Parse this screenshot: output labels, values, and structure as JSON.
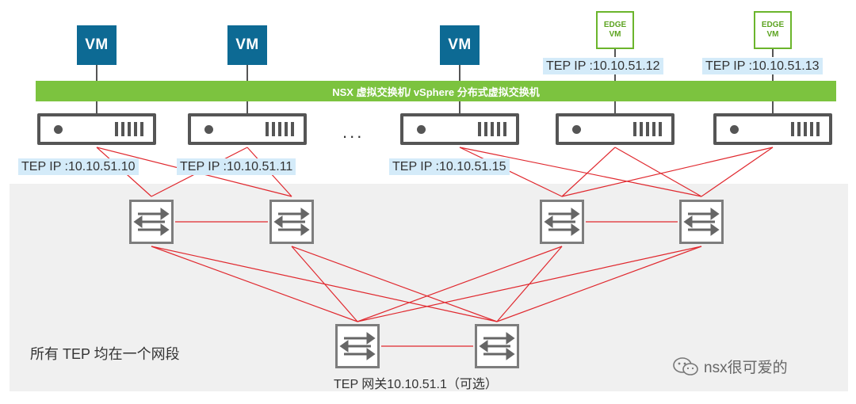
{
  "vms": [
    {
      "label": "VM"
    },
    {
      "label": "VM"
    },
    {
      "label": "VM"
    }
  ],
  "edges": [
    {
      "line1": "EDGE",
      "line2": "VM",
      "tep": "TEP IP :10.10.51.12"
    },
    {
      "line1": "EDGE",
      "line2": "VM",
      "tep": "TEP IP :10.10.51.13"
    }
  ],
  "switch_bar": {
    "label": "NSX 虚拟交换机/ vSphere 分布式虚拟交换机"
  },
  "ellipsis": "...",
  "host_teps": [
    "TEP IP :10.10.51.10",
    "TEP IP :10.10.51.11",
    "TEP IP :10.10.51.15"
  ],
  "caption": "所有 TEP 均在一个网段",
  "gateway": "TEP 网关10.10.51.1（可选）",
  "watermark": "nsx很可爱的",
  "colors": {
    "vm": "#0d6a94",
    "edge": "#6bb52c",
    "bar": "#7cc33f",
    "link": "#e0282e",
    "tep_bg": "#d4ebf9"
  }
}
